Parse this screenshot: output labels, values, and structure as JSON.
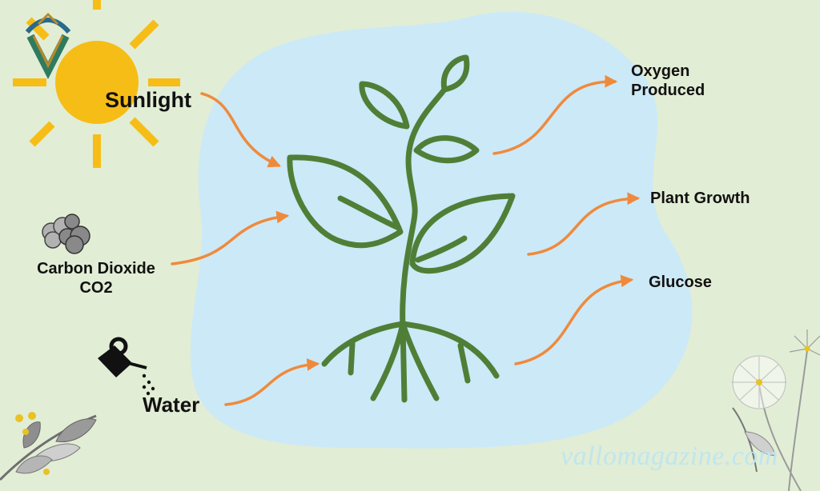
{
  "inputs": {
    "sunlight": "Sunlight",
    "carbon_dioxide": "Carbon Dioxide",
    "co2": "CO2",
    "water": "Water"
  },
  "outputs": {
    "oxygen_line1": "Oxygen",
    "oxygen_line2": "Produced",
    "plant_growth": "Plant Growth",
    "glucose": "Glucose"
  },
  "watermark": "vallomagazine.com",
  "colors": {
    "background": "#e2edd5",
    "blob": "#cce9f7",
    "plant": "#4f7f37",
    "arrow": "#ef8a3c",
    "sun": "#f6bd16"
  }
}
